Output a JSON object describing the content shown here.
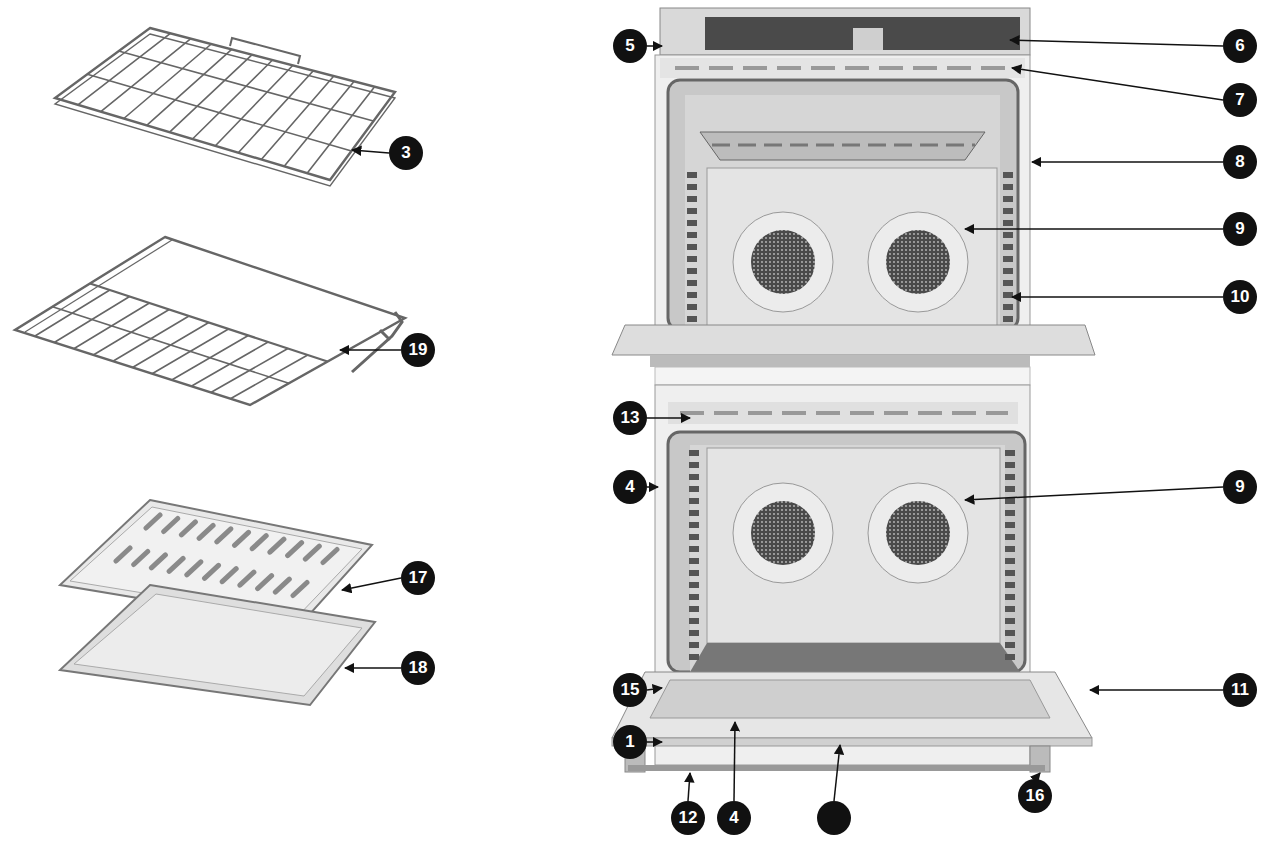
{
  "diagram": {
    "labels": [
      "5",
      "6",
      "7",
      "3",
      "8",
      "9",
      "10",
      "19",
      "13",
      "4",
      "9",
      "17",
      "18",
      "15",
      "11",
      "1",
      "16",
      "12",
      "4"
    ]
  }
}
